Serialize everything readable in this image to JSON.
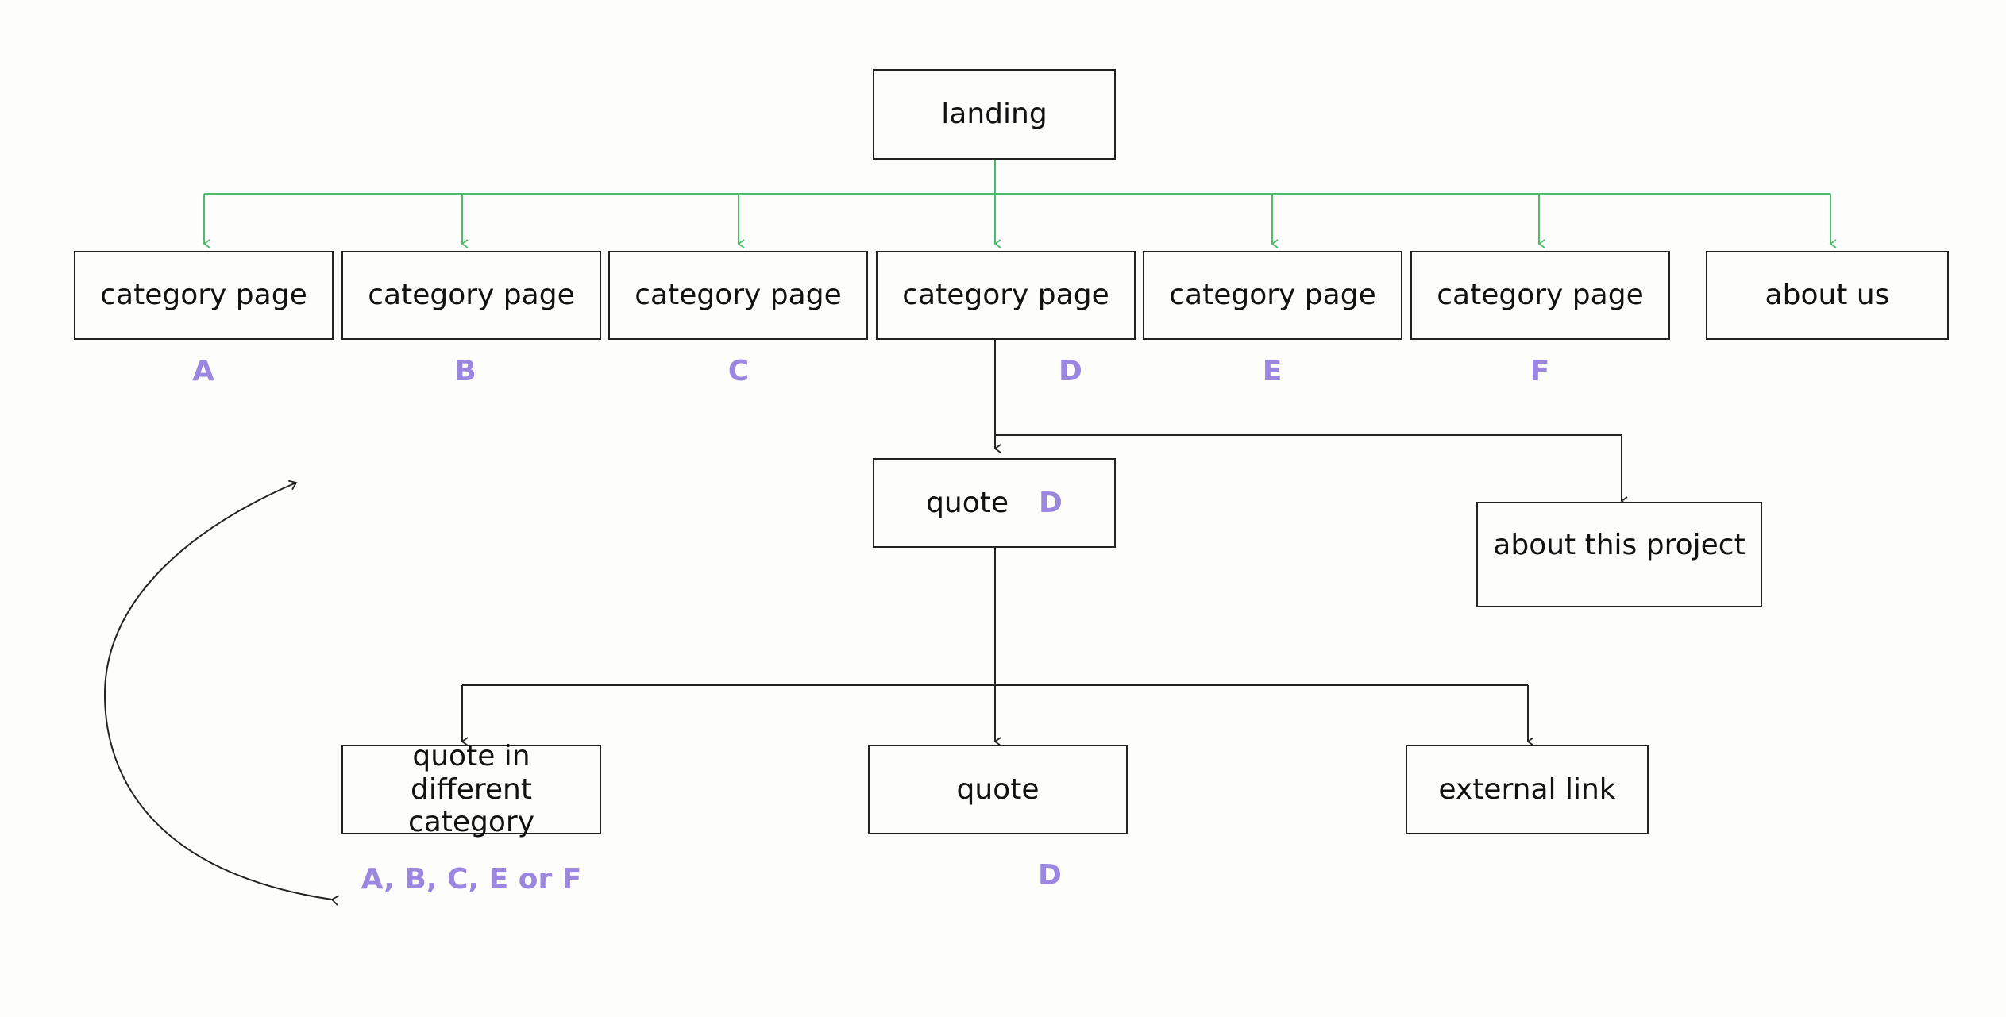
{
  "nodes": {
    "landing": "landing",
    "cat_a": "category page",
    "cat_b": "category page",
    "cat_c": "category page",
    "cat_d": "category page",
    "cat_e": "category page",
    "cat_f": "category page",
    "about_us": "about us",
    "quote_top": "quote",
    "about_project": "about this project",
    "quote_diff": "quote in different category",
    "quote_bottom": "quote",
    "external_link": "external link"
  },
  "letters": {
    "cat_a": "A",
    "cat_b": "B",
    "cat_c": "C",
    "cat_d": "D",
    "cat_e": "E",
    "cat_f": "F",
    "quote_top": "D",
    "quote_diff": "A, B, C, E or F",
    "quote_bottom": "D"
  },
  "colors": {
    "green_connector": "#4cbb6c",
    "black_connector": "#222222",
    "letter": "#9b87e0"
  }
}
